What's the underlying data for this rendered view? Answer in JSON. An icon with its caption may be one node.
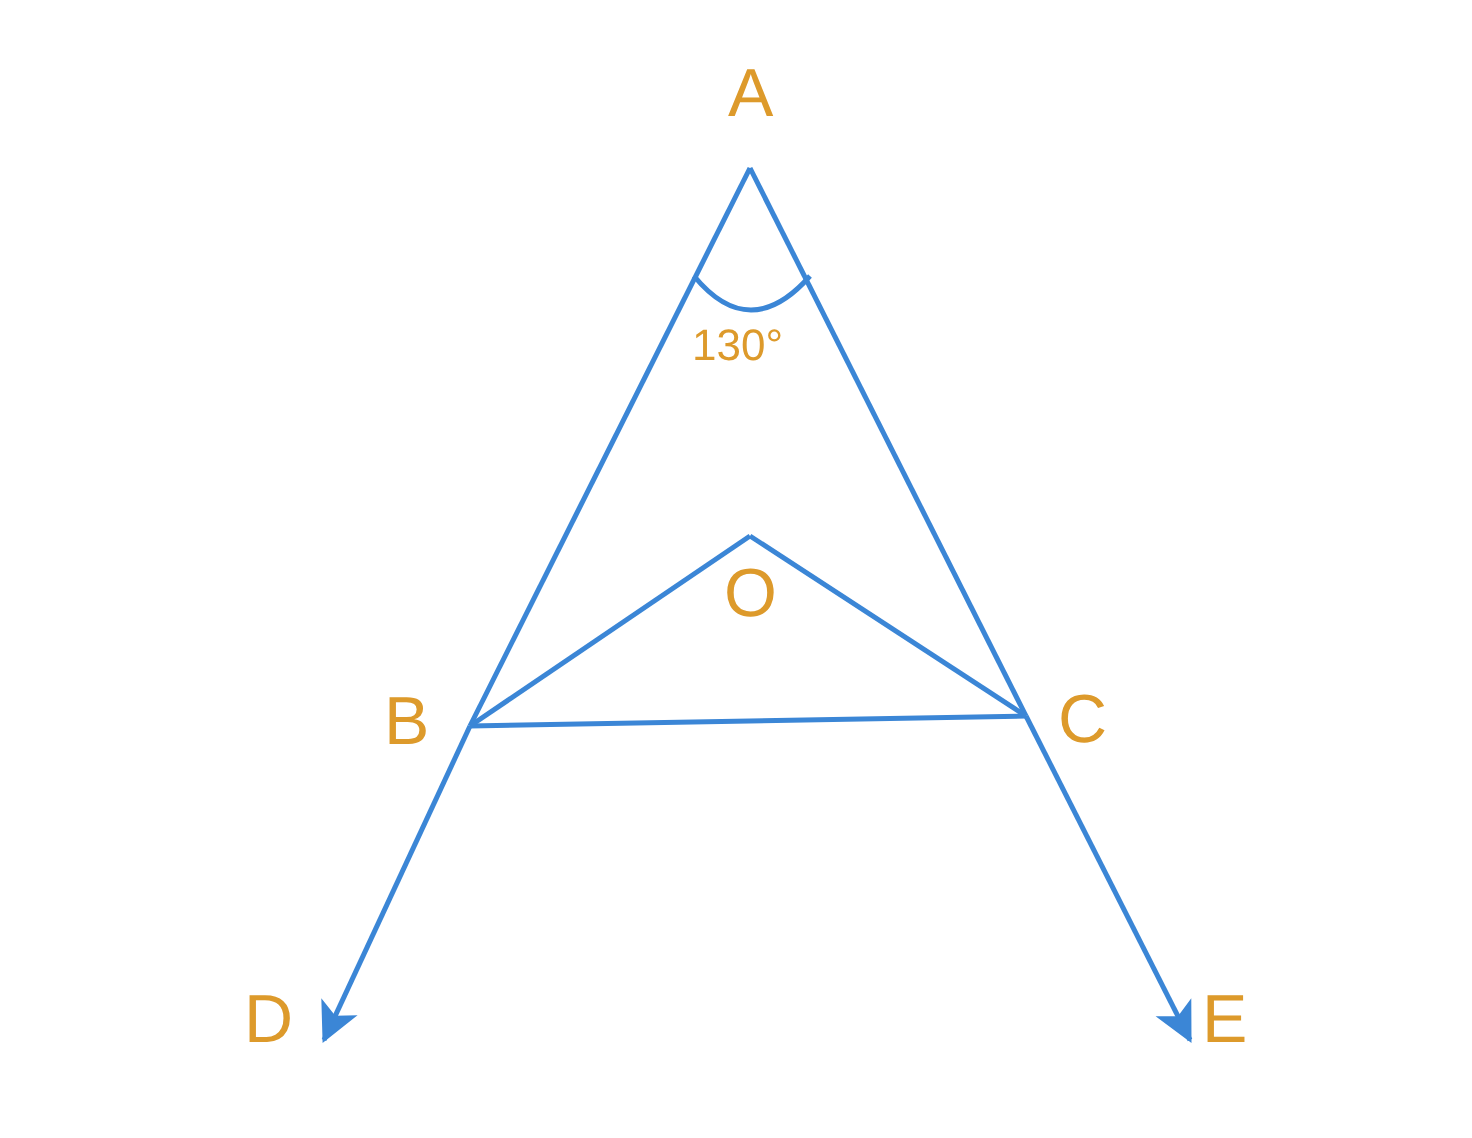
{
  "diagram": {
    "nodes": [
      {
        "text": [
          "A"
        ]
      },
      {
        "text": [
          "B"
        ]
      },
      {
        "text": [
          "C"
        ]
      },
      {
        "text": [
          "O"
        ]
      },
      {
        "text": [
          "D"
        ]
      },
      {
        "text": [
          "E"
        ]
      }
    ],
    "edges": [
      {
        "from": 0,
        "to": 1,
        "arrow": "none"
      },
      {
        "from": 1,
        "to": 4,
        "arrow": "to"
      },
      {
        "from": 0,
        "to": 2,
        "arrow": "none"
      },
      {
        "from": 2,
        "to": 5,
        "arrow": "to"
      },
      {
        "from": 1,
        "to": 2,
        "arrow": "none"
      },
      {
        "from": 1,
        "to": 3,
        "arrow": "none"
      },
      {
        "from": 3,
        "to": 2,
        "arrow": "none"
      }
    ],
    "labels": [
      "130°"
    ]
  }
}
